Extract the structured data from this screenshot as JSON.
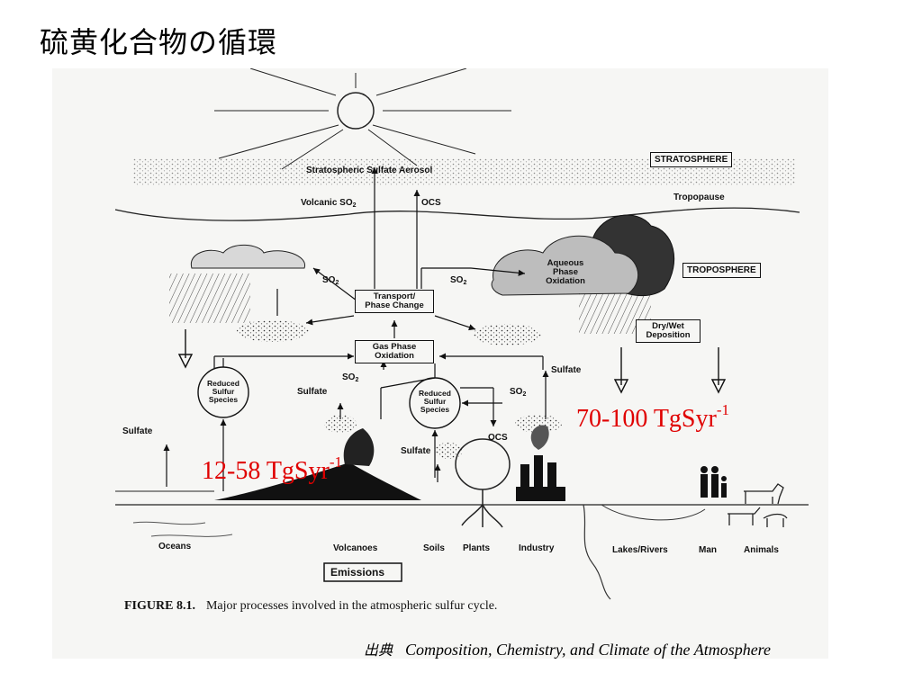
{
  "slide": {
    "title": "硫黄化合物の循環",
    "source_label": "出典",
    "source_text": "Composition, Chemistry, and Climate of the Atmosphere"
  },
  "annotations": {
    "left_flux": "12-58 TgSyr",
    "left_flux_sup": "-1",
    "right_flux": "70-100 TgSyr",
    "right_flux_sup": "-1"
  },
  "figure": {
    "caption_label": "FIGURE 8.1.",
    "caption_text": "Major processes involved in the atmospheric sulfur cycle.",
    "labels": {
      "stratosphere": "STRATOSPHERE",
      "troposphere": "TROPOSPHERE",
      "tropopause": "Tropopause",
      "strat_aerosol": "Stratospheric Sulfate Aerosol",
      "volcanic_so2": "Volcanic SO",
      "ocs_top": "OCS",
      "so2_left": "SO",
      "so2_right": "SO",
      "transport": "Transport/\nPhase Change",
      "aqueous": "Aqueous\nPhase\nOxidation",
      "gas_phase": "Gas Phase\nOxidation",
      "drywet": "Dry/Wet\nDeposition",
      "reduced_left": "Reduced\nSulfur\nSpecies",
      "reduced_mid": "Reduced\nSulfur\nSpecies",
      "sulfate_a": "Sulfate",
      "so2_mid": "SO",
      "so2_mid_right": "SO",
      "sulfate_industry": "Sulfate",
      "sulfate_left": "Sulfate",
      "sulfate_volcano": "Sulfate",
      "ocs_mid": "OCS",
      "emissions": "Emissions",
      "subscript_2": "2"
    },
    "bottom_labels": [
      "Oceans",
      "Volcanoes",
      "Soils",
      "Plants",
      "Industry",
      "Lakes/Rivers",
      "Man",
      "Animals"
    ]
  }
}
